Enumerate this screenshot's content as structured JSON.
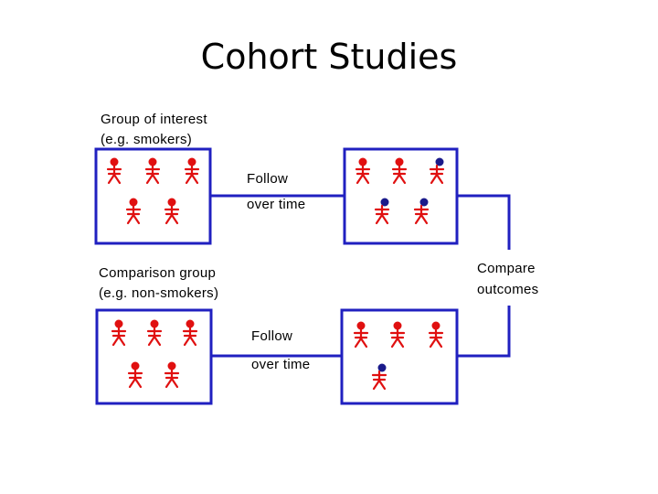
{
  "title": "Cohort Studies",
  "colors": {
    "line": "#2020c0",
    "person": "#e01010",
    "outcome": "#1a1a8a",
    "text": "#000000"
  },
  "groups": [
    {
      "label_line1": "Group of interest",
      "label_line2": "(e.g. smokers)",
      "follow_line1": "Follow",
      "follow_line2": "over time",
      "baseline_count": 5,
      "followup_count": 5,
      "followup_outcomes": 3
    },
    {
      "label_line1": "Comparison group",
      "label_line2": "(e.g. non-smokers)",
      "follow_line1": "Follow",
      "follow_line2": "over time",
      "baseline_count": 5,
      "followup_count": 4,
      "followup_outcomes": 1
    }
  ],
  "compare_line1": "Compare",
  "compare_line2": "outcomes"
}
